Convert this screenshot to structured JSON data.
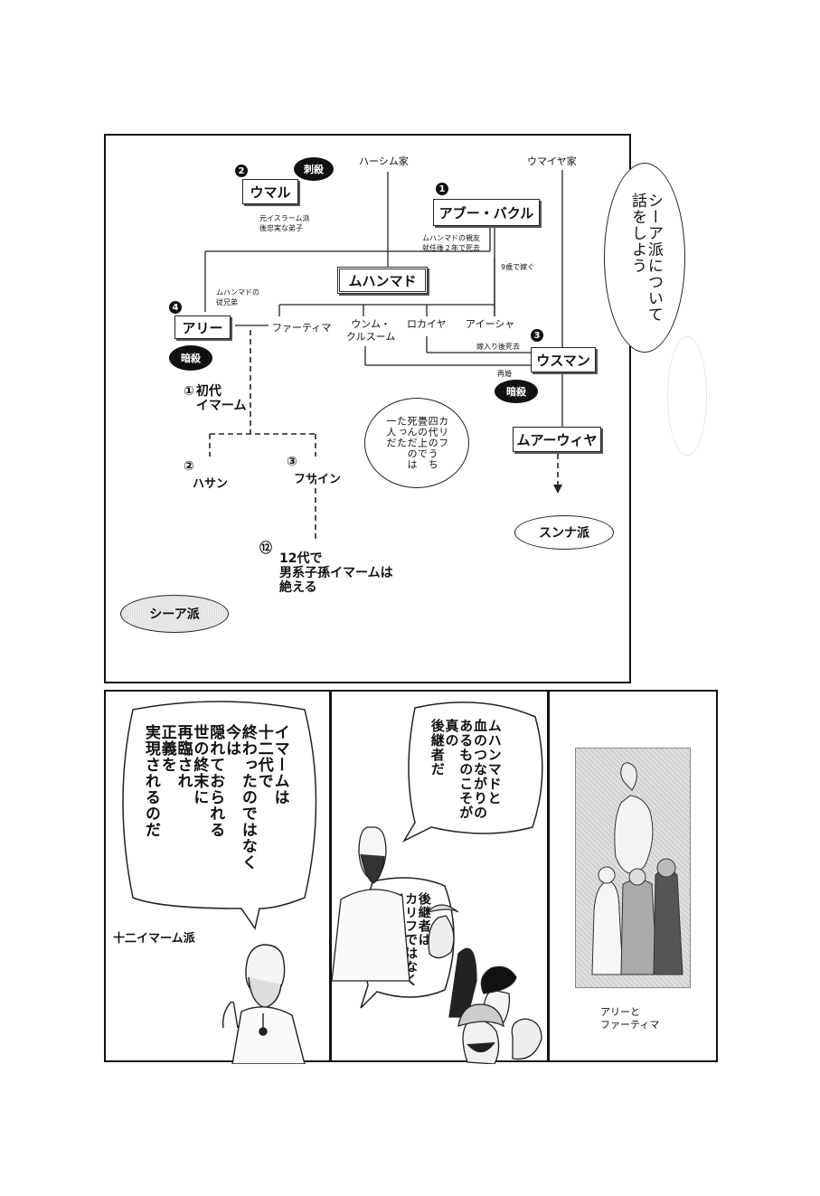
{
  "chart": {
    "houses": {
      "hashim": "ハーシム家",
      "umayya": "ウマイヤ家"
    },
    "people": {
      "muhammad": "ムハンマド",
      "umar": "ウマル",
      "abu_bakr": "アブー・バクル",
      "ali": "アリー",
      "uthman": "ウスマン",
      "muawiya": "ムアーウィヤ",
      "fatima": "ファーティマ",
      "umm_kulthum": "ウンム・\nクルスーム",
      "ruqayya": "ロカイヤ",
      "aisha": "アイーシャ"
    },
    "numbers": {
      "umar": "2",
      "abu_bakr": "1",
      "ali": "4",
      "uthman": "3"
    },
    "tags": {
      "umar": "刺殺",
      "ali": "暗殺",
      "uthman": "暗殺"
    },
    "notes": {
      "umar_note": "元イスラーム派\n後忠実な弟子",
      "abu_bakr_note": "ムハンマドの親友\n就任後２年で死去",
      "aisha_note": "9歳で嫁ぐ",
      "ali_note": "ムハンマドの\n従兄弟",
      "ruqayya_note": "嫁入り後死去",
      "remarry": "再婚"
    },
    "imams": {
      "first_num": "①",
      "first": "初代\nイマーム",
      "hasan_num": "②",
      "hasan": "ハサン",
      "husayn_num": "③",
      "husayn": "フサイン",
      "twelfth_num": "⑫",
      "twelfth": "12代で\n男系子孫イマームは\n絶える"
    },
    "caliph_note": "カリフ\n四代のうち\n畳の上で\n死んだのは\nたった\n一人だ",
    "speech": "シーア派について\n話をしよう",
    "sunni": "スンナ派",
    "shia": "シーア派"
  },
  "panel1": {
    "speech": "イマームは\n十二代で\n終わったのではなく\n今は\n隠れておられる\n世の終末に\n再臨され\n正義を\n実現されるのだ",
    "caption": "十二イマーム派"
  },
  "panel2": {
    "speech_top": "ムハンマドと\n血のつながりの\nあるものこそが\n真の\n後継者だ",
    "speech_bottom": "後継者は\nカリフではなく\nイマーム\nと呼ぼう"
  },
  "panel3": {
    "caption": "アリーと\nファーティマ"
  }
}
